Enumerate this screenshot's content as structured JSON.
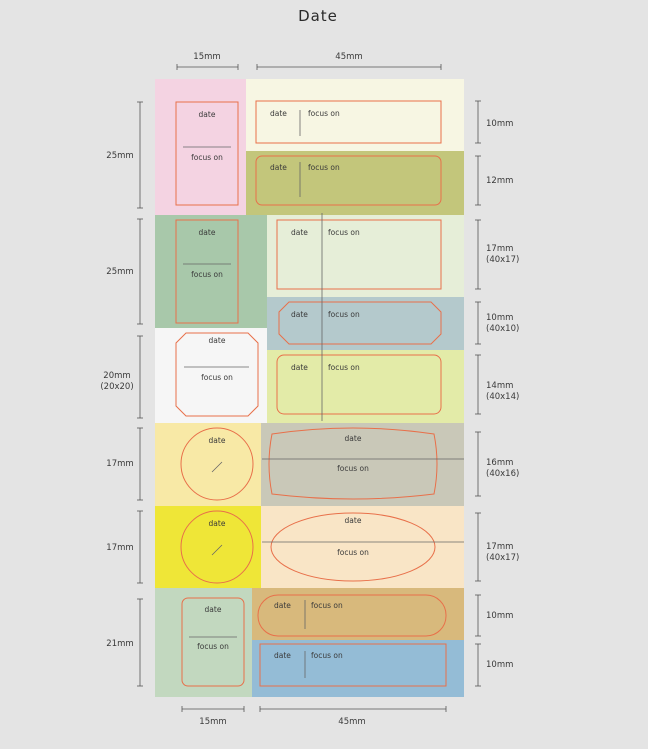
{
  "title": "Date",
  "top_widths": {
    "left": "15mm",
    "right": "45mm"
  },
  "bottom_widths": {
    "left": "15mm",
    "right": "45mm"
  },
  "left_dims": [
    "25mm",
    "25mm",
    "20mm",
    "(20x20)",
    "17mm",
    "17mm",
    "21mm"
  ],
  "right_dims": [
    "10mm",
    "12mm",
    "17mm",
    "(40x17)",
    "10mm",
    "(40x10)",
    "14mm",
    "(40x14)",
    "16mm",
    "(40x16)",
    "17mm",
    "(40x17)",
    "10mm",
    "10mm"
  ],
  "label_date": "date",
  "label_focus": "focus on",
  "colors": {
    "background": "#e4e4e4",
    "outline": "#e8704a",
    "pink": "#f4d3e2",
    "cream": "#f7f6e3",
    "olive": "#c3c67b",
    "sage": "#a8c8aa",
    "pale_green": "#e6eed8",
    "grey_blue": "#b4c9cc",
    "white": "#f6f6f6",
    "lime_pale": "#e3eba8",
    "pale_yellow": "#f8e9a6",
    "taupe": "#c9c8b8",
    "yellow": "#efe637",
    "peach": "#f9e5c6",
    "mint": "#c2d8bf",
    "tan": "#d8b97c",
    "blue": "#94bcd6"
  }
}
